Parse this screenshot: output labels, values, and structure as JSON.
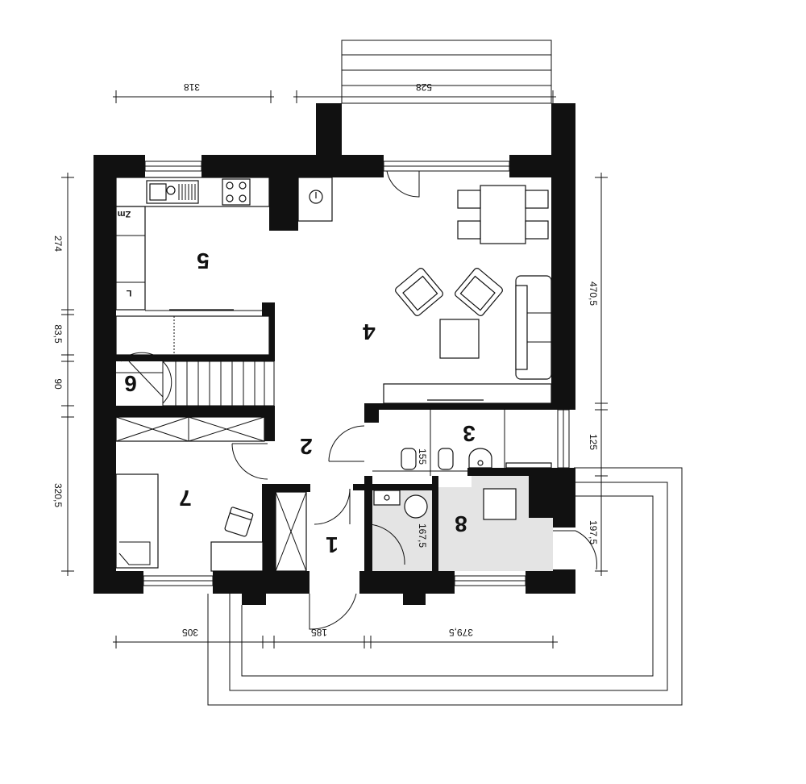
{
  "dimensions": {
    "top_left": "318",
    "top_right": "528",
    "bottom_1": "305",
    "bottom_2": "185",
    "bottom_3": "379,5",
    "left_1": "274",
    "left_2": "83,5",
    "left_3": "90",
    "left_4": "320,5",
    "right_1": "470,5",
    "right_2": "125",
    "right_3": "197,5",
    "inner_wc": "155",
    "inner_hall": "167,5"
  },
  "rooms": {
    "r1": "1",
    "r2": "2",
    "r3": "3",
    "r4": "4",
    "r5": "5",
    "r6": "6",
    "r7": "7",
    "r8": "8"
  },
  "labels": {
    "fridge": "Zm",
    "lowcab": "L"
  }
}
